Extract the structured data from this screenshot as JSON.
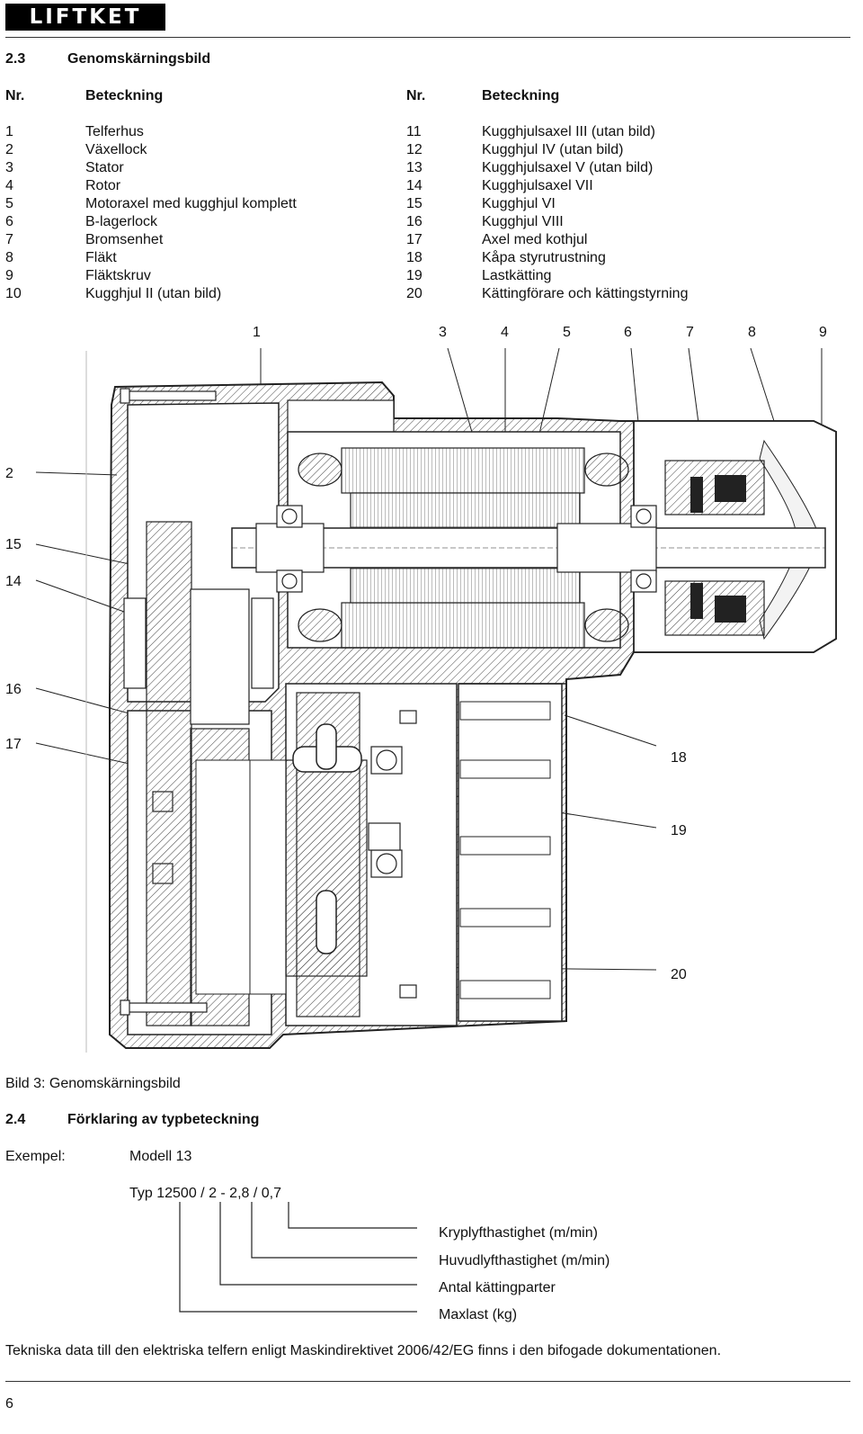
{
  "logo": "LIFTKET",
  "section_2_3": {
    "number": "2.3",
    "title": "Genomskärningsbild"
  },
  "legend": {
    "col_nr": "Nr.",
    "col_label": "Beteckning",
    "left": [
      {
        "nr": "1",
        "label": "Telferhus"
      },
      {
        "nr": "2",
        "label": "Växellock"
      },
      {
        "nr": "3",
        "label": "Stator"
      },
      {
        "nr": "4",
        "label": "Rotor"
      },
      {
        "nr": "5",
        "label": "Motoraxel med kugghjul komplett"
      },
      {
        "nr": "6",
        "label": "B-lagerlock"
      },
      {
        "nr": "7",
        "label": "Bromsenhet"
      },
      {
        "nr": "8",
        "label": "Fläkt"
      },
      {
        "nr": "9",
        "label": "Fläktskruv"
      },
      {
        "nr": "10",
        "label": "Kugghjul II (utan bild)"
      }
    ],
    "right": [
      {
        "nr": "11",
        "label": "Kugghjulsaxel III (utan bild)"
      },
      {
        "nr": "12",
        "label": "Kugghjul IV (utan bild)"
      },
      {
        "nr": "13",
        "label": "Kugghjulsaxel V (utan bild)"
      },
      {
        "nr": "14",
        "label": "Kugghjulsaxel VII"
      },
      {
        "nr": "15",
        "label": "Kugghjul VI"
      },
      {
        "nr": "16",
        "label": "Kugghjul VIII"
      },
      {
        "nr": "17",
        "label": "Axel med kothjul"
      },
      {
        "nr": "18",
        "label": "Kåpa styrutrustning"
      },
      {
        "nr": "19",
        "label": "Lastkätting"
      },
      {
        "nr": "20",
        "label": "Kättingförare och kättingstyrning"
      }
    ]
  },
  "drawing": {
    "callouts_top": [
      "1",
      "3",
      "4",
      "5",
      "6",
      "7",
      "8",
      "9"
    ],
    "callouts_left": [
      "2",
      "15",
      "14",
      "16",
      "17"
    ],
    "callouts_right": [
      "18",
      "19",
      "20"
    ]
  },
  "figure_caption": "Bild 3: Genomskärningsbild",
  "section_2_4": {
    "number": "2.4",
    "title": "Förklaring av typbeteckning"
  },
  "example": {
    "label": "Exempel:",
    "model": "Modell 13",
    "type_code": "Typ 12500 / 2 - 2,8 / 0,7",
    "explanations": [
      "Kryplyfthastighet (m/min)",
      "Huvudlyfthastighet (m/min)",
      "Antal kättingparter",
      "Maxlast (kg)"
    ]
  },
  "footer_note": "Tekniska data till den elektriska telfern enligt Maskindirektivet 2006/42/EG finns i den bifogade dokumentationen.",
  "page_number": "6"
}
